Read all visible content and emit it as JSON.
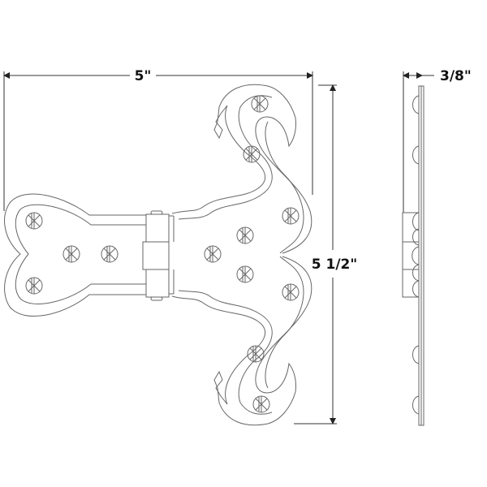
{
  "drawing": {
    "width_label": "5\"",
    "height_label": "5 1/2\"",
    "depth_label": "3/8\""
  },
  "colors": {
    "line": "#666666",
    "dimension": "#333333",
    "text": "#111111"
  }
}
